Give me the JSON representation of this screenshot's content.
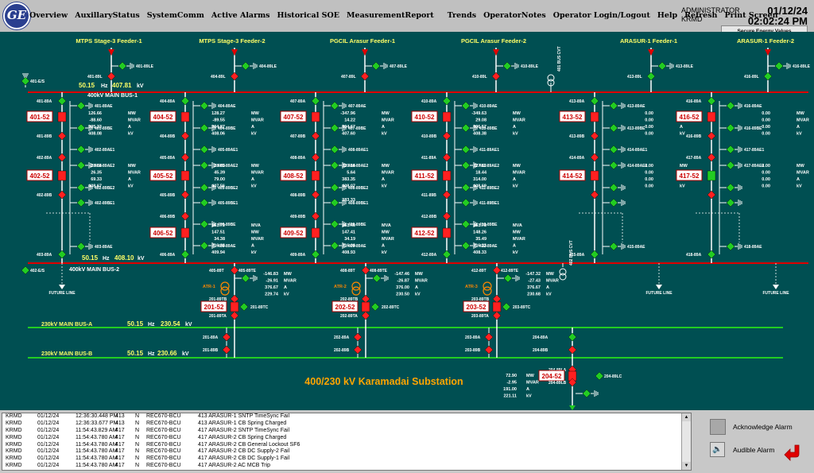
{
  "menu": [
    "Overview",
    "AuxillaryStatus",
    "SystemComm",
    "Active Alarms",
    "Historical SOE",
    "MeasurementReport",
    "Trends",
    "OperatorNotes",
    "Operator Login/Logout",
    "Help",
    "Refresh",
    "Print Screen"
  ],
  "logo": "GE",
  "user": {
    "name": "ADMINISTRATOR",
    "site": "KRMD"
  },
  "datetime": {
    "date": "01/12/24",
    "time": "02:02:24 PM"
  },
  "secure_button": "Secure Energy Values",
  "title": "400/230 kV Karamadai Substation",
  "feeders": [
    {
      "name": "MTPS Stage-3 Feeder-1",
      "line_sw": "401-89L",
      "earth_sw": "401-89LE"
    },
    {
      "name": "MTPS Stage-3 Feeder-2",
      "line_sw": "404-89L",
      "earth_sw": "404-89LE"
    },
    {
      "name": "PGCIL Arasur Feeder-1",
      "line_sw": "407-89L",
      "earth_sw": "407-89LE"
    },
    {
      "name": "PGCIL Arasur Feeder-2",
      "line_sw": "410-89L",
      "earth_sw": "410-89LE"
    },
    {
      "name": "ARASUR-1 Feeder-1",
      "line_sw": "413-89L",
      "earth_sw": "413-89LE"
    },
    {
      "name": "ARASUR-1 Feeder-2",
      "line_sw": "416-89L",
      "earth_sw": "416-89LE"
    }
  ],
  "bus1": {
    "name": "400kV MAIN BUS-1",
    "freq": "50.15",
    "freq_unit": "Hz",
    "volt": "407.81",
    "volt_unit": "kV",
    "earth": "401-E/S"
  },
  "bus2": {
    "name": "400kV MAIN BUS-2",
    "freq": "50.15",
    "freq_unit": "Hz",
    "volt": "408.10",
    "volt_unit": "kV",
    "earth": "402-E/S"
  },
  "busA": {
    "name": "230kV MAIN BUS-A",
    "freq": "50.15",
    "freq_unit": "Hz",
    "volt": "230.54",
    "volt_unit": "kV"
  },
  "busB": {
    "name": "230kV MAIN BUS-B",
    "freq": "50.15",
    "freq_unit": "Hz",
    "volt": "230.66",
    "volt_unit": "kV"
  },
  "bus_cvt": {
    "bus1": "401 BUS CVT",
    "bus2": "402 BUS CVT"
  },
  "future_line": "FUTURE LINE",
  "bays": [
    {
      "top_iso": "401-89A",
      "bot_iso": "403-89A",
      "c1": {
        "brk": "401-52",
        "upper": "401-89B",
        "upe": "401-89AE",
        "lpe": "401-89BE",
        "vals": [
          "126.66",
          "-88.60",
          "205.33",
          "408.08"
        ]
      },
      "c2": {
        "brk": "402-52",
        "upper": "402-89A",
        "lower": "402-89B",
        "upe1": "402-89AE1",
        "upe2": "402-89AE2",
        "lpe2": "402-89BE2",
        "lpe1": "402-89BE1",
        "vals": [
          "-28.04",
          "26.35",
          "69.33",
          "408.67"
        ]
      },
      "c3": {
        "upper": "",
        "brk": "",
        "lower": "",
        "upe": "",
        "lpe": "403-89AE",
        "vals": []
      }
    },
    {
      "top_iso": "404-89A",
      "bot_iso": "406-89A",
      "c1": {
        "brk": "404-52",
        "upper": "404-89B",
        "upe": "404-89AE",
        "lpe": "404-89BE",
        "vals": [
          "128.27",
          "-89.55",
          "204.87",
          "408.06"
        ]
      },
      "c2": {
        "brk": "405-52",
        "upper": "405-89A",
        "lower": "405-89B",
        "upe1": "405-89AE1",
        "upe2": "405-89AE2",
        "lpe2": "405-89BE2",
        "lpe1": "405-89BE1",
        "vals": [
          "28.83",
          "45.39",
          "79.00",
          "407.56"
        ]
      },
      "c3": {
        "brk": "406-52",
        "upper": "406-89B",
        "upe": "406-89BE",
        "lpe": "406-89AE",
        "vals": [
          "161.73",
          "147.51",
          "34.38",
          "216.33",
          "409.94"
        ]
      }
    },
    {
      "top_iso": "407-89A",
      "bot_iso": "409-89A",
      "c1": {
        "brk": "407-52",
        "upper": "407-89B",
        "upe": "407-89AE",
        "lpe": "407-89BE",
        "vals": [
          "-347.96",
          "14.22",
          "494.67",
          "407.60"
        ]
      },
      "c2": {
        "brk": "408-52",
        "upper": "408-89A",
        "lower": "408-89B",
        "upe1": "408-89AE1",
        "upe2": "408-89AE2",
        "lpe2": "408-89BE2",
        "lpe1": "408-89BE1",
        "vals": [
          "220.14",
          "5.64",
          "383.35",
          "408.07",
          "383.33"
        ]
      },
      "c3": {
        "brk": "409-52",
        "upper": "409-89B",
        "upe": "409-89BE",
        "lpe": "409-89AE",
        "vals": [
          "161.46",
          "147.41",
          "34.19",
          "216.00",
          "408.93"
        ]
      }
    },
    {
      "top_iso": "410-89A",
      "bot_iso": "412-89A",
      "c1": {
        "brk": "410-52",
        "upper": "410-89B",
        "upe": "410-89AE",
        "lpe": "410-89BE",
        "vals": [
          "-349.63",
          "29.08",
          "496.57",
          "408.38"
        ]
      },
      "c2": {
        "brk": "411-52",
        "upper": "411-89A",
        "lower": "411-89B",
        "upe1": "411-89AE1",
        "upe2": "411-89AE2",
        "lpe2": "411-89BE2",
        "lpe1": "411-89BE1",
        "vals": [
          "227.62",
          "18.44",
          "314.00",
          "408.69"
        ]
      },
      "c3": {
        "brk": "412-52",
        "upper": "412-89B",
        "upe": "412-89BE",
        "lpe": "412-89AE",
        "vals": [
          "161.78",
          "148.26",
          "35.49",
          "216.33",
          "408.33"
        ]
      }
    },
    {
      "top_iso": "413-89A",
      "bot_iso": "415-89A",
      "c1": {
        "brk": "413-52",
        "upper": "413-89B",
        "upe": "413-89AE",
        "lpe": "413-89BE",
        "vals": [
          "0.00",
          "0.00",
          "0.00",
          "0.00"
        ]
      },
      "c2": {
        "brk": "414-52",
        "upper": "414-89A",
        "lower": "",
        "upe1": "414-89AE1",
        "upe2": "414-89AE2",
        "lpe2": "",
        "lpe1": "",
        "vals": [
          "0.00",
          "0.00",
          "0.00",
          "0.00"
        ]
      },
      "c3": {
        "brk": "",
        "upper": "",
        "upe": "",
        "lpe": "415-89AE",
        "vals": []
      }
    },
    {
      "top_iso": "416-89A",
      "bot_iso": "418-89A",
      "c1": {
        "brk": "416-52",
        "upper": "416-89B",
        "upe": "416-89AE",
        "lpe": "416-89BE",
        "vals": [
          "0.00",
          "0.00",
          "0.00",
          "0.00"
        ]
      },
      "c2": {
        "brk": "417-52",
        "upper": "417-89A",
        "lower": "",
        "upe1": "417-89AE1",
        "upe2": "417-89AE2",
        "lpe2": "",
        "lpe1": "",
        "vals": [
          "0.00",
          "0.00",
          "0.00",
          "0.00"
        ]
      },
      "c3": {
        "brk": "",
        "upper": "",
        "upe": "",
        "lpe": "418-89AE",
        "vals": []
      }
    }
  ],
  "units": {
    "p": "MW",
    "q": "MVAR",
    "i": "A",
    "v": "kV",
    "s": "MVA"
  },
  "transformers": [
    {
      "name": "ATR-1",
      "t_sw": "405-89T",
      "te_sw": "405-89TE",
      "vals": [
        "-146.83",
        "-26.91",
        "376.67",
        "229.74"
      ],
      "tb": "201-89TB",
      "brk": "201-52",
      "ta": "201-89TA",
      "tc": "201-89TC",
      "busA_iso": "201-89A",
      "busB_iso": "201-89B"
    },
    {
      "name": "ATR-2",
      "t_sw": "408-89T",
      "te_sw": "408-89TE",
      "vals": [
        "-147.46",
        "-26.87",
        "376.00",
        "230.50"
      ],
      "tb": "202-89TB",
      "brk": "202-52",
      "ta": "202-89TA",
      "tc": "202-89TC",
      "busA_iso": "202-89A",
      "busB_iso": "202-89B"
    },
    {
      "name": "ATR-3",
      "t_sw": "412-89T",
      "te_sw": "412-89TE",
      "vals": [
        "-147.32",
        "-27.43",
        "376.67",
        "230.68"
      ],
      "tb": "203-89TB",
      "brk": "203-52",
      "ta": "203-89TA",
      "tc": "203-89TC",
      "busA_iso": "203-89A",
      "busB_iso": "203-89B"
    }
  ],
  "feeder204": {
    "busA_iso": "204-89A",
    "busB_iso": "204-89B",
    "la": "204-89LA",
    "brk": "204-52",
    "lb": "204-89LB",
    "lc": "204-89LC",
    "vals": [
      "72.90",
      "-2.95",
      "191.00",
      "221.11"
    ]
  },
  "alarms": [
    [
      "KRMD",
      "01/12/24",
      "12:36:30.448 PM",
      "413",
      "N",
      "REC670-BCU",
      "413 ARASUR-1 SNTP TimeSync Fail"
    ],
    [
      "KRMD",
      "01/12/24",
      "12:36:33.677 PM",
      "413",
      "N",
      "REC670-BCU",
      "413 ARASUR-1 CB Spring Charged"
    ],
    [
      "KRMD",
      "01/12/24",
      "11:54:43.829 AM",
      "417",
      "N",
      "REC670-BCU",
      "417 ARASUR-2 SNTP TimeSync Fail"
    ],
    [
      "KRMD",
      "01/12/24",
      "11:54:43.780 AM",
      "417",
      "N",
      "REC670-BCU",
      "417 ARASUR-2 CB Spring Charged"
    ],
    [
      "KRMD",
      "01/12/24",
      "11:54:43.780 AM",
      "417",
      "N",
      "REC670-BCU",
      "417 ARASUR-2 CB General Lockout SF6"
    ],
    [
      "KRMD",
      "01/12/24",
      "11:54:43.780 AM",
      "417",
      "N",
      "REC670-BCU",
      "417 ARASUR-2 CB DC Supply-2 Fail"
    ],
    [
      "KRMD",
      "01/12/24",
      "11:54:43.780 AM",
      "417",
      "N",
      "REC670-BCU",
      "417 ARASUR-2 CB DC Supply-1 Fail"
    ],
    [
      "KRMD",
      "01/12/24",
      "11:54:43.780 AM",
      "417",
      "N",
      "REC670-BCU",
      "417 ARASUR-2 AC MCB Trip"
    ]
  ],
  "buttons": {
    "ack": "Acknowledge Alarm",
    "audible": "Audible Alarm"
  },
  "colors": {
    "background": "#004f52",
    "bus_400kv": "#e00000",
    "bus_230kv": "#22cc22",
    "closed": "#ff2020",
    "open": "#22cc22",
    "label": "#ffff66",
    "text": "#ffffff",
    "title": "#ffa500"
  }
}
